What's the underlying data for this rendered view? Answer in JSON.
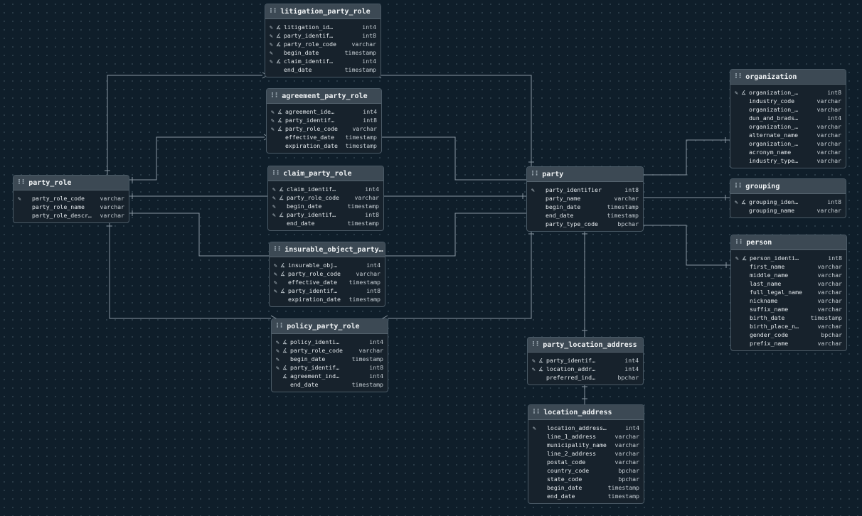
{
  "colors": {
    "background": "#0f1e2a",
    "grid_dot": "#2b3d49",
    "edge": "#8a97a1",
    "header": "#3c4954",
    "table_body": "#17222c"
  },
  "icons": {
    "primary_key": "key-icon",
    "foreign_key": "link-icon",
    "drag_handle": "grip-icon"
  },
  "tables": {
    "litigation_party_role": {
      "name": "litigation_party_role",
      "columns": [
        {
          "name": "litigation_id…",
          "type": "int4",
          "pk": true,
          "fk": true
        },
        {
          "name": "party_identif…",
          "type": "int8",
          "pk": true,
          "fk": true
        },
        {
          "name": "party_role_code",
          "type": "varchar",
          "pk": true,
          "fk": true
        },
        {
          "name": "begin_date",
          "type": "timestamp",
          "pk": true,
          "fk": false
        },
        {
          "name": "claim_identif…",
          "type": "int4",
          "pk": true,
          "fk": true
        },
        {
          "name": "end_date",
          "type": "timestamp",
          "pk": false,
          "fk": false
        }
      ]
    },
    "agreement_party_role": {
      "name": "agreement_party_role",
      "columns": [
        {
          "name": "agreement_ide…",
          "type": "int4",
          "pk": true,
          "fk": true
        },
        {
          "name": "party_identif…",
          "type": "int8",
          "pk": true,
          "fk": true
        },
        {
          "name": "party_role_code",
          "type": "varchar",
          "pk": true,
          "fk": true
        },
        {
          "name": "effective_date",
          "type": "timestamp",
          "pk": false,
          "fk": false
        },
        {
          "name": "expiration_date",
          "type": "timestamp",
          "pk": false,
          "fk": false
        }
      ]
    },
    "claim_party_role": {
      "name": "claim_party_role",
      "columns": [
        {
          "name": "claim_identif…",
          "type": "int4",
          "pk": true,
          "fk": true
        },
        {
          "name": "party_role_code",
          "type": "varchar",
          "pk": true,
          "fk": true
        },
        {
          "name": "begin_date",
          "type": "timestamp",
          "pk": true,
          "fk": false
        },
        {
          "name": "party_identif…",
          "type": "int8",
          "pk": true,
          "fk": true
        },
        {
          "name": "end_date",
          "type": "timestamp",
          "pk": false,
          "fk": false
        }
      ]
    },
    "insurable_object_party_role": {
      "name": "insurable_object_party_r…",
      "columns": [
        {
          "name": "insurable_obj…",
          "type": "int4",
          "pk": true,
          "fk": true
        },
        {
          "name": "party_role_code",
          "type": "varchar",
          "pk": true,
          "fk": true
        },
        {
          "name": "effective_date",
          "type": "timestamp",
          "pk": true,
          "fk": false
        },
        {
          "name": "party_identif…",
          "type": "int8",
          "pk": true,
          "fk": true
        },
        {
          "name": "expiration_date",
          "type": "timestamp",
          "pk": false,
          "fk": false
        }
      ]
    },
    "policy_party_role": {
      "name": "policy_party_role",
      "columns": [
        {
          "name": "policy_identi…",
          "type": "int4",
          "pk": true,
          "fk": true
        },
        {
          "name": "party_role_code",
          "type": "varchar",
          "pk": true,
          "fk": true
        },
        {
          "name": "begin_date",
          "type": "timestamp",
          "pk": true,
          "fk": false
        },
        {
          "name": "party_identif…",
          "type": "int8",
          "pk": true,
          "fk": true
        },
        {
          "name": "agreement_ind…",
          "type": "int4",
          "pk": false,
          "fk": true
        },
        {
          "name": "end_date",
          "type": "timestamp",
          "pk": false,
          "fk": false
        }
      ]
    },
    "party_role": {
      "name": "party_role",
      "columns": [
        {
          "name": "party_role_code",
          "type": "varchar",
          "pk": true,
          "fk": false
        },
        {
          "name": "party_role_name",
          "type": "varchar",
          "pk": false,
          "fk": false
        },
        {
          "name": "party_role_descr…",
          "type": "varchar",
          "pk": false,
          "fk": false
        }
      ]
    },
    "party": {
      "name": "party",
      "columns": [
        {
          "name": "party_identifier",
          "type": "int8",
          "pk": true,
          "fk": false
        },
        {
          "name": "party_name",
          "type": "varchar",
          "pk": false,
          "fk": false
        },
        {
          "name": "begin_date",
          "type": "timestamp",
          "pk": false,
          "fk": false
        },
        {
          "name": "end_date",
          "type": "timestamp",
          "pk": false,
          "fk": false
        },
        {
          "name": "party_type_code",
          "type": "bpchar",
          "pk": false,
          "fk": false
        }
      ]
    },
    "organization": {
      "name": "organization",
      "columns": [
        {
          "name": "organization_…",
          "type": "int8",
          "pk": true,
          "fk": true
        },
        {
          "name": "industry_code",
          "type": "varchar",
          "pk": false,
          "fk": false
        },
        {
          "name": "organization_…",
          "type": "varchar",
          "pk": false,
          "fk": false
        },
        {
          "name": "dun_and_brads…",
          "type": "int4",
          "pk": false,
          "fk": false
        },
        {
          "name": "organization_…",
          "type": "varchar",
          "pk": false,
          "fk": false
        },
        {
          "name": "alternate_name",
          "type": "varchar",
          "pk": false,
          "fk": false
        },
        {
          "name": "organization_…",
          "type": "varchar",
          "pk": false,
          "fk": false
        },
        {
          "name": "acronym_name",
          "type": "varchar",
          "pk": false,
          "fk": false
        },
        {
          "name": "industry_type…",
          "type": "varchar",
          "pk": false,
          "fk": false
        }
      ]
    },
    "grouping": {
      "name": "grouping",
      "columns": [
        {
          "name": "grouping_iden…",
          "type": "int8",
          "pk": true,
          "fk": true
        },
        {
          "name": "grouping_name",
          "type": "varchar",
          "pk": false,
          "fk": false
        }
      ]
    },
    "person": {
      "name": "person",
      "columns": [
        {
          "name": "person_identi…",
          "type": "int8",
          "pk": true,
          "fk": true
        },
        {
          "name": "first_name",
          "type": "varchar",
          "pk": false,
          "fk": false
        },
        {
          "name": "middle_name",
          "type": "varchar",
          "pk": false,
          "fk": false
        },
        {
          "name": "last_name",
          "type": "varchar",
          "pk": false,
          "fk": false
        },
        {
          "name": "full_legal_name",
          "type": "varchar",
          "pk": false,
          "fk": false
        },
        {
          "name": "nickname",
          "type": "varchar",
          "pk": false,
          "fk": false
        },
        {
          "name": "suffix_name",
          "type": "varchar",
          "pk": false,
          "fk": false
        },
        {
          "name": "birth_date",
          "type": "timestamp",
          "pk": false,
          "fk": false
        },
        {
          "name": "birth_place_n…",
          "type": "varchar",
          "pk": false,
          "fk": false
        },
        {
          "name": "gender_code",
          "type": "bpchar",
          "pk": false,
          "fk": false
        },
        {
          "name": "prefix_name",
          "type": "varchar",
          "pk": false,
          "fk": false
        }
      ]
    },
    "party_location_address": {
      "name": "party_location_address",
      "columns": [
        {
          "name": "party_identif…",
          "type": "int4",
          "pk": true,
          "fk": true
        },
        {
          "name": "location_addr…",
          "type": "int4",
          "pk": true,
          "fk": true
        },
        {
          "name": "preferred_ind…",
          "type": "bpchar",
          "pk": false,
          "fk": false
        }
      ]
    },
    "location_address": {
      "name": "location_address",
      "columns": [
        {
          "name": "location_address…",
          "type": "int4",
          "pk": true,
          "fk": false
        },
        {
          "name": "line_1_address",
          "type": "varchar",
          "pk": false,
          "fk": false
        },
        {
          "name": "municipality_name",
          "type": "varchar",
          "pk": false,
          "fk": false
        },
        {
          "name": "line_2_address",
          "type": "varchar",
          "pk": false,
          "fk": false
        },
        {
          "name": "postal_code",
          "type": "varchar",
          "pk": false,
          "fk": false
        },
        {
          "name": "country_code",
          "type": "bpchar",
          "pk": false,
          "fk": false
        },
        {
          "name": "state_code",
          "type": "bpchar",
          "pk": false,
          "fk": false
        },
        {
          "name": "begin_date",
          "type": "timestamp",
          "pk": false,
          "fk": false
        },
        {
          "name": "end_date",
          "type": "timestamp",
          "pk": false,
          "fk": false
        }
      ]
    }
  }
}
